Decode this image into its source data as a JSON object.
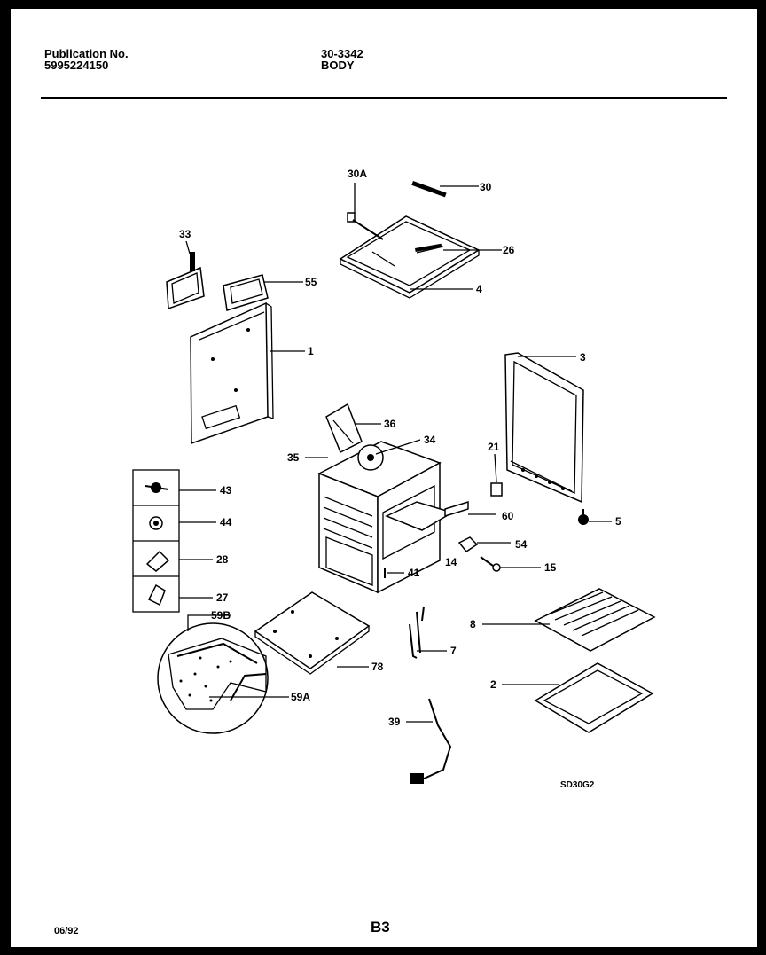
{
  "header": {
    "publication_label": "Publication No.",
    "publication_number": "5995224150",
    "model": "30-3342",
    "section": "BODY"
  },
  "footer": {
    "date": "06/92",
    "page": "B3"
  },
  "diagram": {
    "drawing_code": "SD30G2",
    "callouts": [
      "30A",
      "30",
      "26",
      "4",
      "33",
      "55",
      "1",
      "3",
      "36",
      "34",
      "35",
      "21",
      "60",
      "5",
      "54",
      "14",
      "15",
      "41",
      "43",
      "44",
      "28",
      "27",
      "59B",
      "59A",
      "78",
      "7",
      "8",
      "2",
      "39"
    ]
  }
}
